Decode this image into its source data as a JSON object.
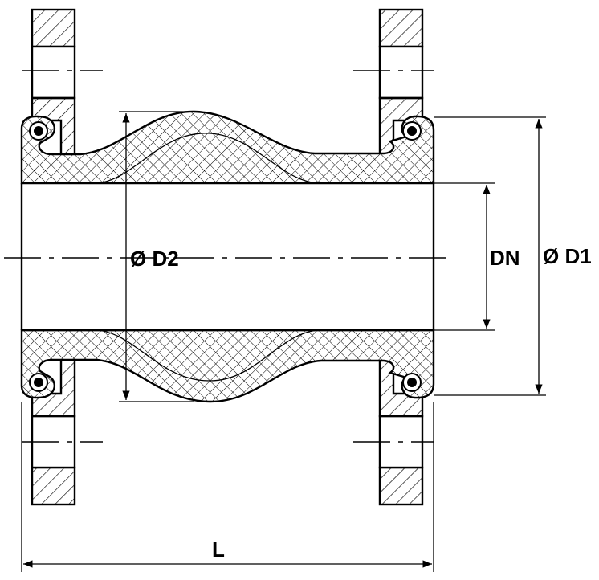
{
  "drawing": {
    "labels": {
      "d2": "Ø D2",
      "dn": "DN",
      "d1": "Ø D1",
      "length": "L"
    }
  }
}
